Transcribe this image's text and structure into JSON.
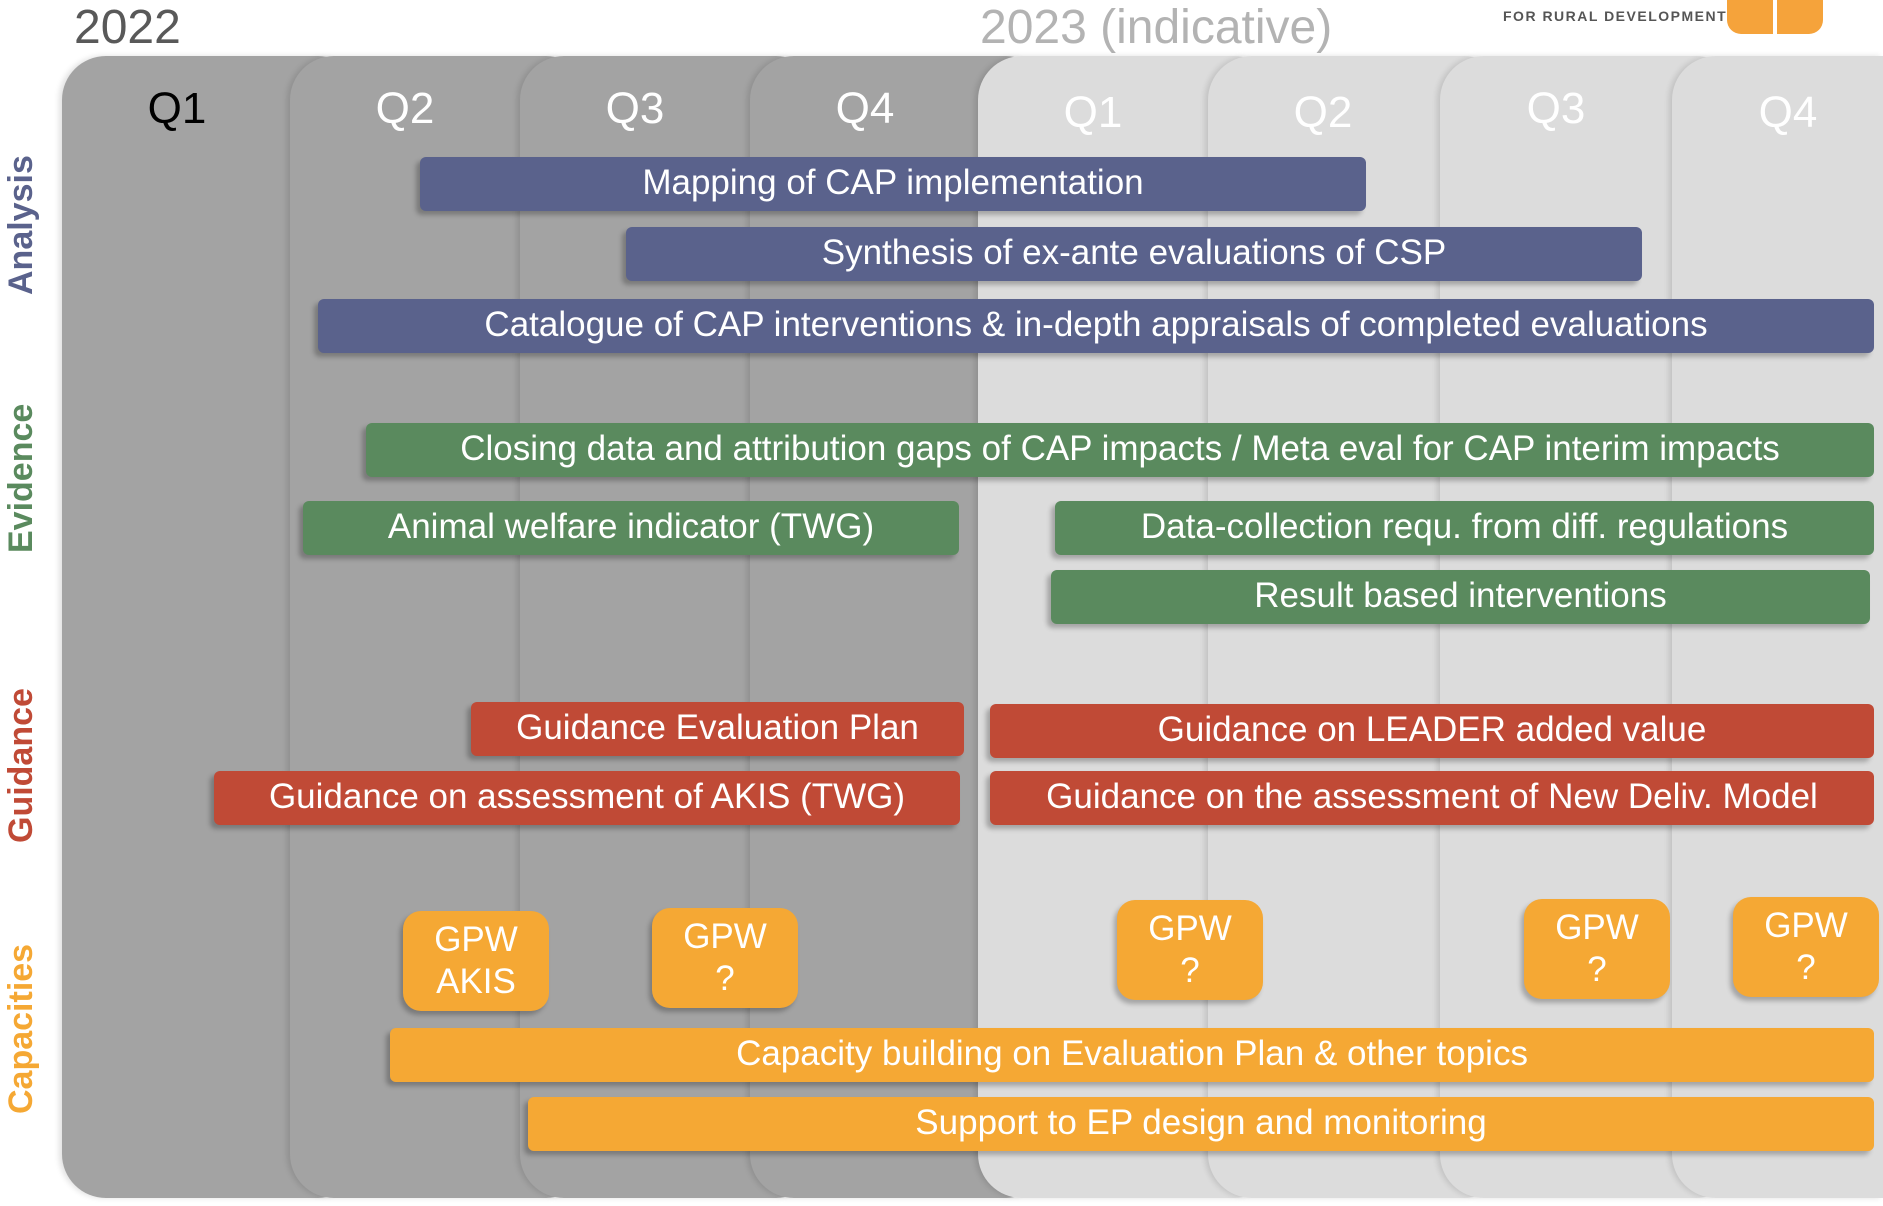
{
  "years": {
    "y2022": "2022",
    "y2023": "2023 (indicative)"
  },
  "logo": {
    "text": "FOR RURAL DEVELOPMENT"
  },
  "quarters": [
    "Q1",
    "Q2",
    "Q3",
    "Q4",
    "Q1",
    "Q2",
    "Q3",
    "Q4"
  ],
  "rows": {
    "analysis": "Analysis",
    "evidence": "Evidence",
    "guidance": "Guidance",
    "capacities": "Capacities"
  },
  "colors": {
    "analysis": "#5a628c",
    "evidence": "#5a8a5e",
    "guidance": "#c04a36",
    "capacities": "#f5a834"
  },
  "bars": {
    "mapping": "Mapping of CAP implementation",
    "synthesis": "Synthesis of ex-ante evaluations of CSP",
    "catalogue": "Catalogue of CAP interventions &  in-depth appraisals of completed evaluations",
    "closing": "Closing data and attribution gaps of CAP impacts / Meta eval for CAP interim impacts",
    "animal": "Animal welfare indicator (TWG)",
    "datacollection": "Data-collection requ. from diff. regulations",
    "result": "Result based interventions",
    "guidance_ep": "Guidance Evaluation Plan",
    "leader": "Guidance on LEADER added value",
    "akis": "Guidance on assessment of AKIS (TWG)",
    "ndm": "Guidance on the assessment of New Deliv. Model",
    "capacity": "Capacity building on Evaluation Plan & other topics",
    "support": "Support to EP design and monitoring"
  },
  "gpw": [
    {
      "line1": "GPW",
      "line2": "AKIS"
    },
    {
      "line1": "GPW",
      "line2": "?"
    },
    {
      "line1": "GPW",
      "line2": "?"
    },
    {
      "line1": "GPW",
      "line2": "?"
    },
    {
      "line1": "GPW",
      "line2": "?"
    }
  ]
}
